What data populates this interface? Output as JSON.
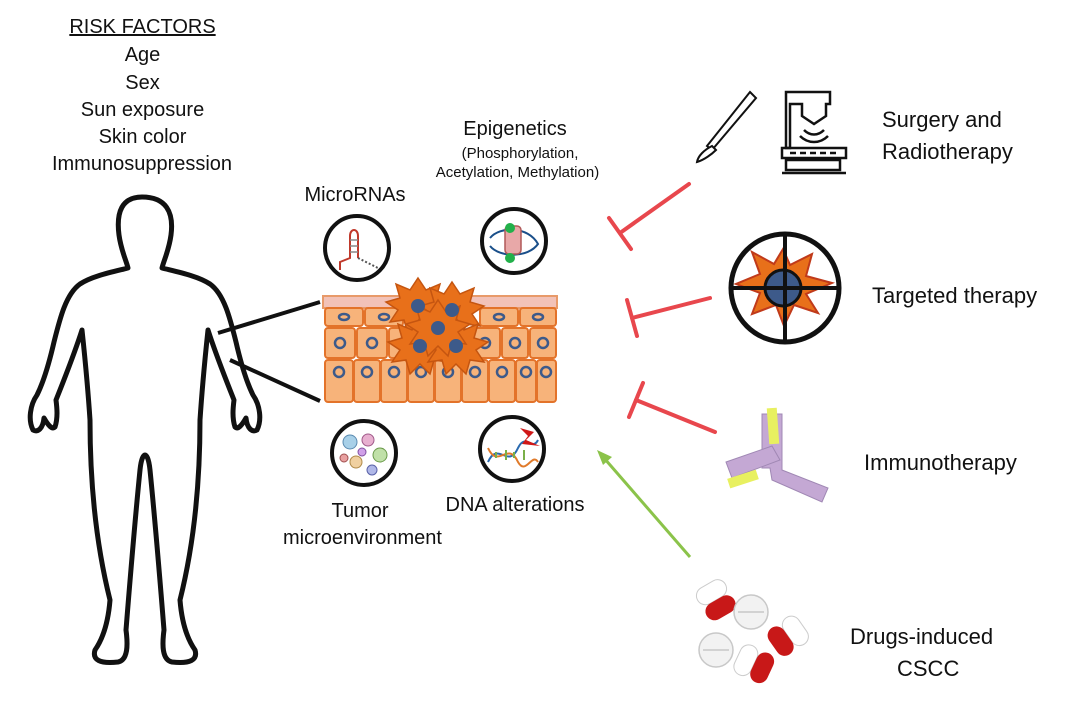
{
  "risk_factors": {
    "title": "RISK FACTORS",
    "items": [
      "Age",
      "Sex",
      "Sun exposure",
      "Skin color",
      "Immunosuppression"
    ]
  },
  "mechanisms": {
    "microrna": "MicroRNAs",
    "epigenetics_title": "Epigenetics",
    "epigenetics_detail_1": "(Phosphorylation,",
    "epigenetics_detail_2": "Acetylation, Methylation)",
    "tumor_1": "Tumor",
    "tumor_2": "microenvironment",
    "dna": "DNA alterations"
  },
  "therapies": {
    "surgery_1": "Surgery and",
    "surgery_2": "Radiotherapy",
    "targeted": "Targeted therapy",
    "immuno": "Immunotherapy",
    "drugs_1": "Drugs-induced",
    "drugs_2": "CSCC"
  },
  "colors": {
    "inhibit": "#e8474d",
    "promote": "#8bc34a",
    "skin_cell": "#f7b37a",
    "tumor": "#e8701a",
    "nucleus": "#3d5a8a"
  }
}
